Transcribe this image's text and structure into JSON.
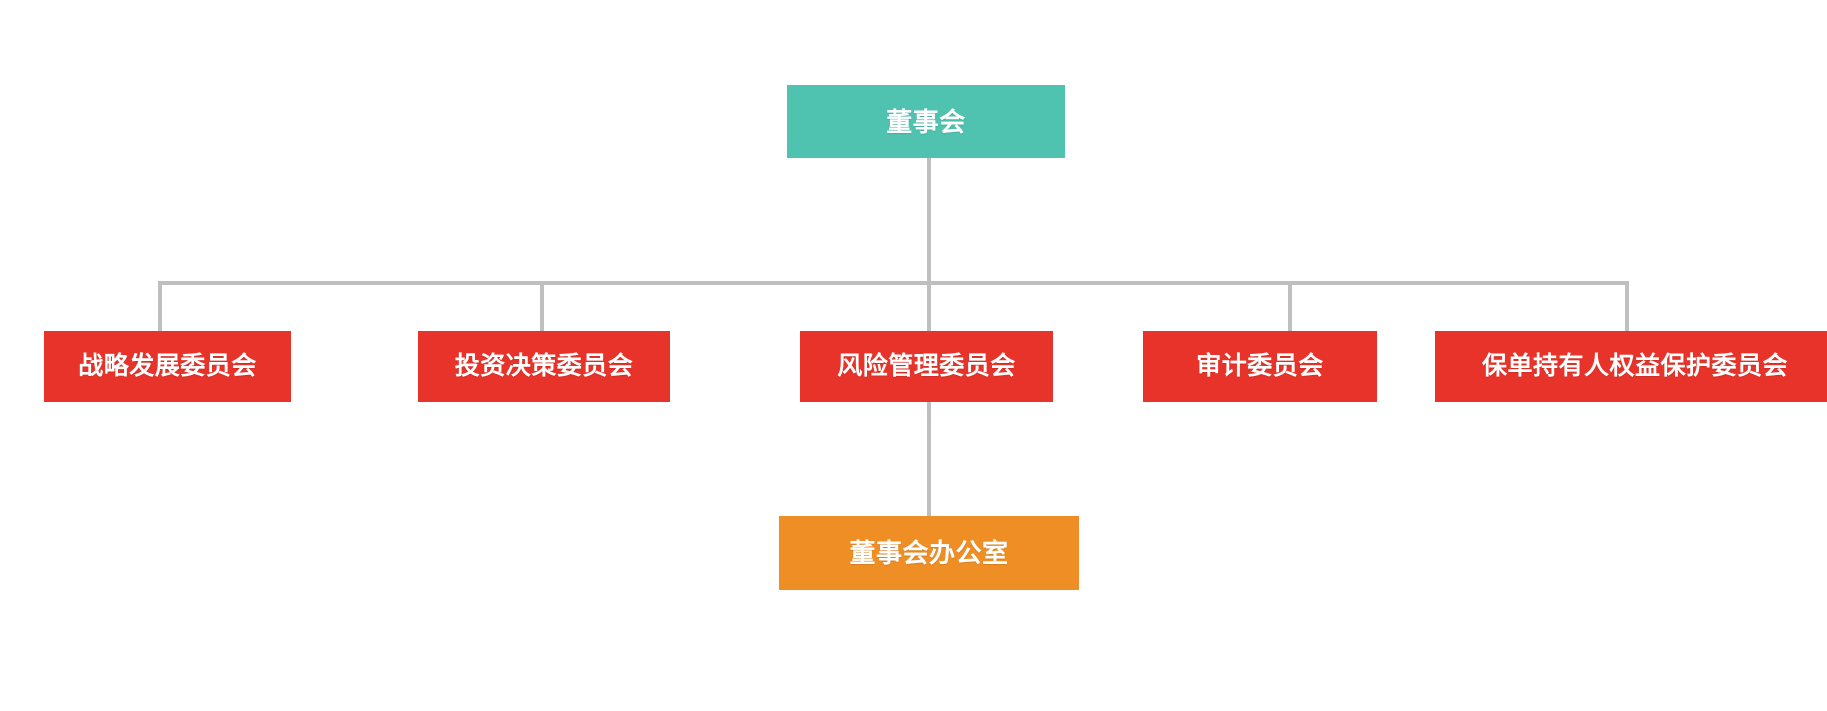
{
  "chart": {
    "type": "org-chart",
    "background_color": "#ffffff",
    "connector_color": "#bfbfbf",
    "root": {
      "label": "董事会",
      "color": "#4fc2b0",
      "level": 0
    },
    "committees": [
      {
        "label": "战略发展委员会",
        "color": "#e8332a",
        "level": 1
      },
      {
        "label": "投资决策委员会",
        "color": "#e8332a",
        "level": 1
      },
      {
        "label": "风险管理委员会",
        "color": "#e8332a",
        "level": 1
      },
      {
        "label": "审计委员会",
        "color": "#e8332a",
        "level": 1
      },
      {
        "label": "保单持有人权益保护委员会",
        "color": "#e8332a",
        "level": 1
      }
    ],
    "office": {
      "label": "董事会办公室",
      "color": "#ef8e24",
      "level": 2,
      "parent": "风险管理委员会"
    }
  }
}
